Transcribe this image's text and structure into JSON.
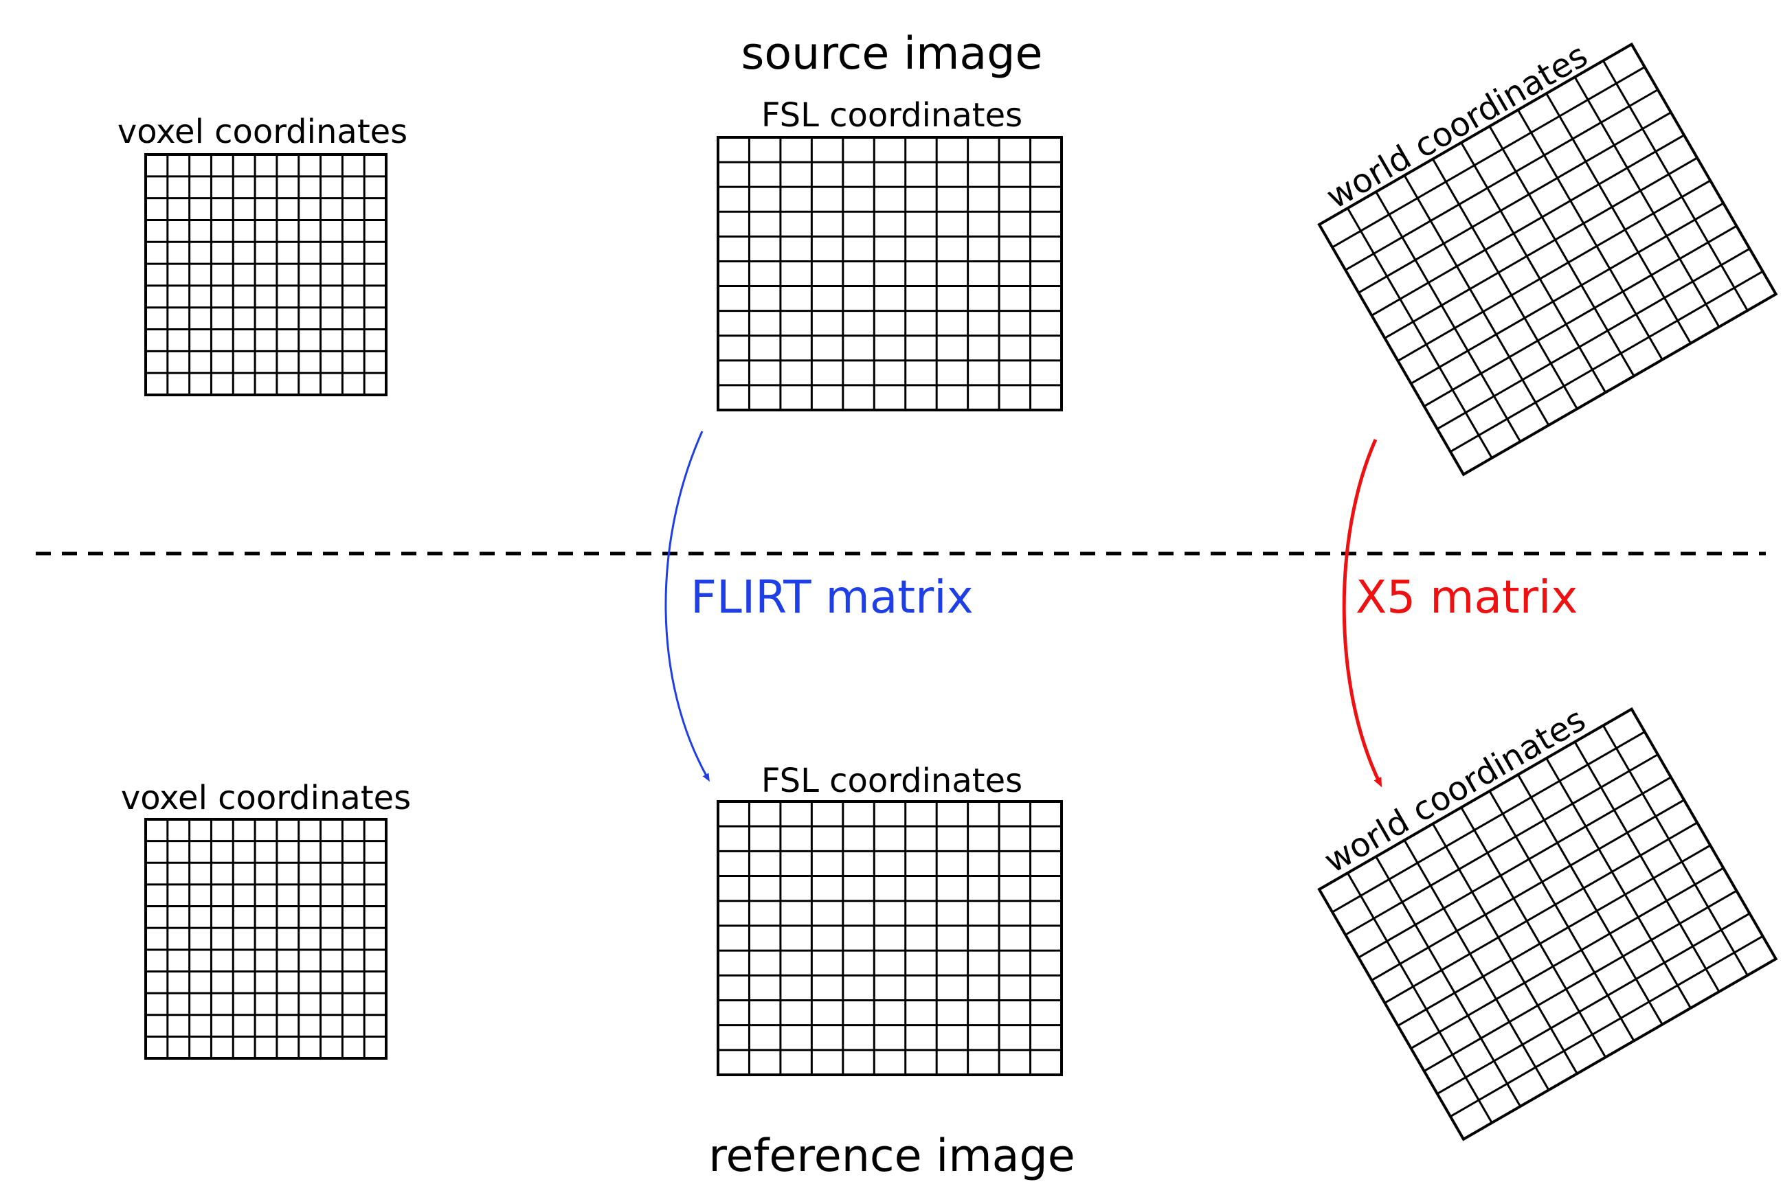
{
  "titles": {
    "source": "source image",
    "reference": "reference image"
  },
  "labels": {
    "voxel": "voxel coordinates",
    "fsl": "FSL coordinates",
    "world": "world coordinates"
  },
  "transforms": {
    "flirt": {
      "label": "FLIRT matrix",
      "color": "#1f3fe6"
    },
    "x5": {
      "label": "X5 matrix",
      "color": "#ee1111"
    }
  },
  "colors": {
    "grid": "#000000",
    "divider": "#000000"
  },
  "grids": {
    "voxel": {
      "cols": 11,
      "rows": 11
    },
    "fsl": {
      "cols": 11,
      "rows": 11
    },
    "world": {
      "cols": 11,
      "rows": 11
    }
  }
}
